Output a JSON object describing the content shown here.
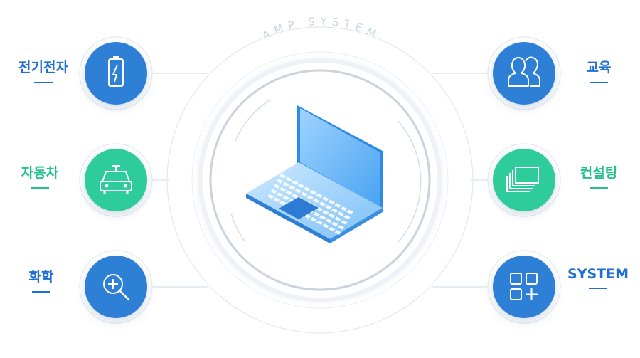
{
  "center": {
    "arc_text": "AMP SYSTEM",
    "icon": "laptop-icon"
  },
  "colors": {
    "blue": "#2f7fd6",
    "green": "#2ecc9a",
    "label_blue": "#1e6fd1",
    "label_green": "#23c08c",
    "line": "#d5dee8",
    "arc_text": "#c9d4e2"
  },
  "items": [
    {
      "id": "electronics",
      "label": "전기전자",
      "icon": "battery-icon",
      "color": "blue"
    },
    {
      "id": "automotive",
      "label": "자동차",
      "icon": "car-icon",
      "color": "green"
    },
    {
      "id": "chemistry",
      "label": "화학",
      "icon": "magnifier-plus-icon",
      "color": "blue"
    },
    {
      "id": "education",
      "label": "교육",
      "icon": "users-icon",
      "color": "blue"
    },
    {
      "id": "consulting",
      "label": "컨설팅",
      "icon": "stacked-windows-icon",
      "color": "green"
    },
    {
      "id": "system",
      "label": "SYSTEM",
      "icon": "grid-plus-icon",
      "color": "blue"
    }
  ]
}
